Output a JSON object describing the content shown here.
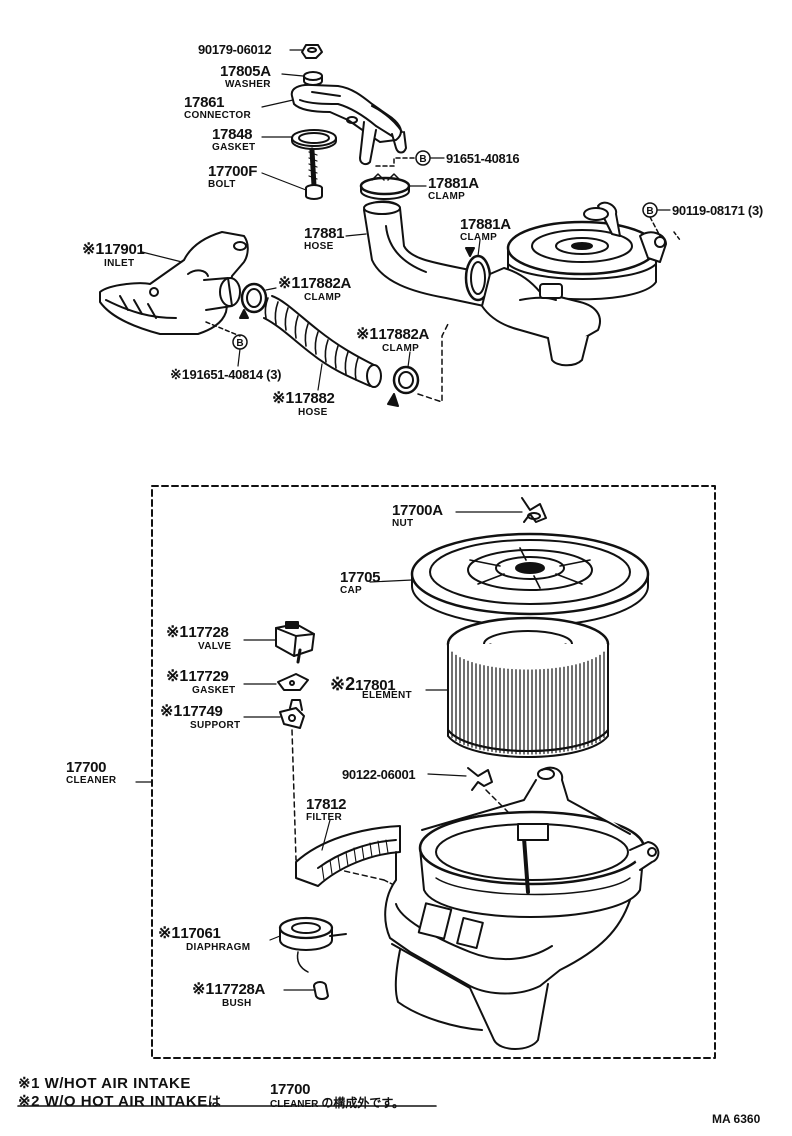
{
  "parts": {
    "p90179": {
      "number": "90179-06012"
    },
    "p17805a": {
      "number": "17805A",
      "name": "WASHER"
    },
    "p17861": {
      "number": "17861",
      "name": "CONNECTOR"
    },
    "p17848": {
      "number": "17848",
      "name": "GASKET"
    },
    "p17700f": {
      "number": "17700F",
      "name": "BOLT"
    },
    "p91651_40816": {
      "number": "91651-40816",
      "badge": "B"
    },
    "p17881a_top": {
      "number": "17881A",
      "name": "CLAMP"
    },
    "p90119": {
      "number": "90119-08171 (3)",
      "badge": "B"
    },
    "p17881": {
      "number": "17881",
      "name": "HOSE"
    },
    "p17881a_mid": {
      "number": "17881A",
      "name": "CLAMP"
    },
    "p17901": {
      "mark": "※1",
      "number": "17901",
      "name": "INLET"
    },
    "p17882a_1": {
      "mark": "※1",
      "number": "17882A",
      "name": "CLAMP"
    },
    "p17882a_2": {
      "mark": "※1",
      "number": "17882A",
      "name": "CLAMP"
    },
    "p91651_40814": {
      "mark": "※1",
      "number": "91651-40814 (3)",
      "badge": "B"
    },
    "p17882": {
      "mark": "※1",
      "number": "17882",
      "name": "HOSE"
    },
    "p17700a": {
      "number": "17700A",
      "name": "NUT"
    },
    "p17705": {
      "number": "17705",
      "name": "CAP"
    },
    "p17728": {
      "mark": "※1",
      "number": "17728",
      "name": "VALVE"
    },
    "p17729": {
      "mark": "※1",
      "number": "17729",
      "name": "GASKET"
    },
    "p17801": {
      "mark": "※2",
      "number": "17801",
      "name": "ELEMENT"
    },
    "p17749": {
      "mark": "※1",
      "number": "17749",
      "name": "SUPPORT"
    },
    "p17700": {
      "number": "17700",
      "name": "CLEANER"
    },
    "p90122": {
      "number": "90122-06001"
    },
    "p17812": {
      "number": "17812",
      "name": "FILTER"
    },
    "p17061": {
      "mark": "※1",
      "number": "17061",
      "name": "DIAPHRAGM"
    },
    "p17728a": {
      "mark": "※1",
      "number": "17728A",
      "name": "BUSH"
    }
  },
  "legend": {
    "line1": "※1 W/HOT AIR INTAKE",
    "line2": "※2 W/O HOT AIR INTAKE",
    "suffix_pre": "は",
    "ref_number": "17700",
    "ref_name": "CLEANER",
    "suffix_post": "の構成外です。"
  },
  "drawing_code": "MA 6360"
}
